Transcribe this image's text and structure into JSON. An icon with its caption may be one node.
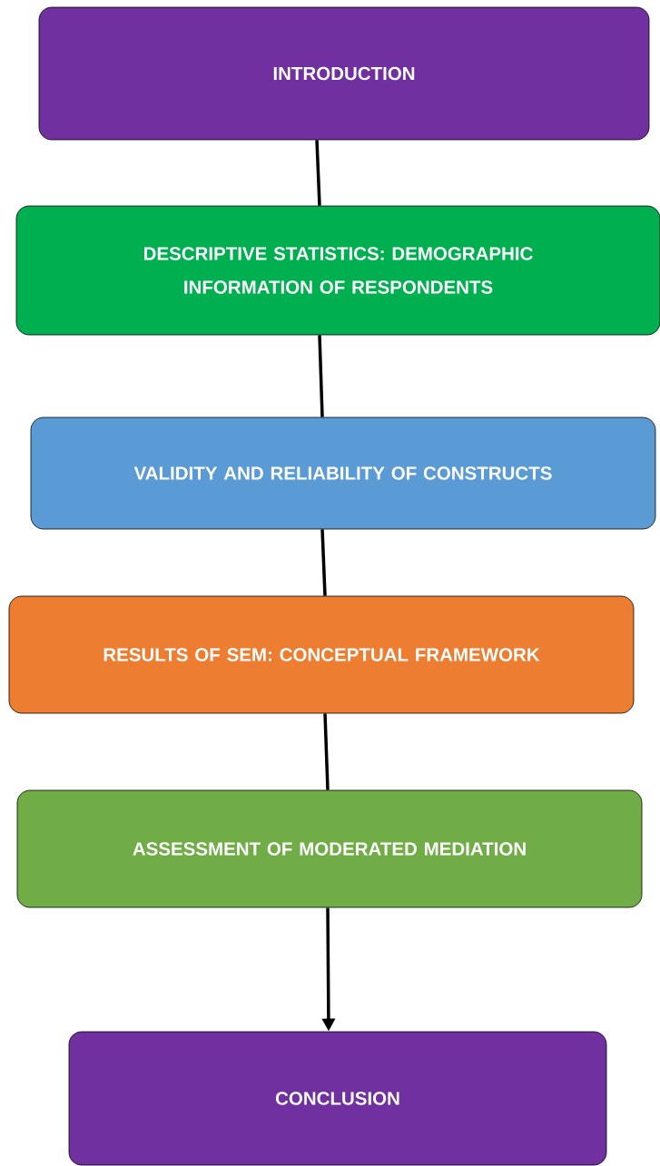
{
  "diagram": {
    "nodes": [
      {
        "text": [
          "INTRODUCTION"
        ]
      },
      {
        "text": [
          "DESCRIPTIVE STATISTICS: DEMOGRAPHIC INFORMATION OF RESPONDENTS"
        ]
      },
      {
        "text": [
          "VALIDITY AND RELIABILITY OF CONSTRUCTS"
        ]
      },
      {
        "text": [
          "RESULTS OF SEM: CONCEPTUAL FRAMEWORK"
        ]
      },
      {
        "text": [
          "ASSESSMENT OF MODERATED MEDIATION"
        ]
      },
      {
        "text": [
          "CONCLUSION"
        ]
      }
    ],
    "edges": [
      {
        "from": 0,
        "to": 1,
        "arrow": "none"
      },
      {
        "from": 1,
        "to": 2,
        "arrow": "none"
      },
      {
        "from": 2,
        "to": 3,
        "arrow": "none"
      },
      {
        "from": 3,
        "to": 4,
        "arrow": "none"
      },
      {
        "from": 4,
        "to": 5,
        "arrow": "to"
      }
    ]
  }
}
